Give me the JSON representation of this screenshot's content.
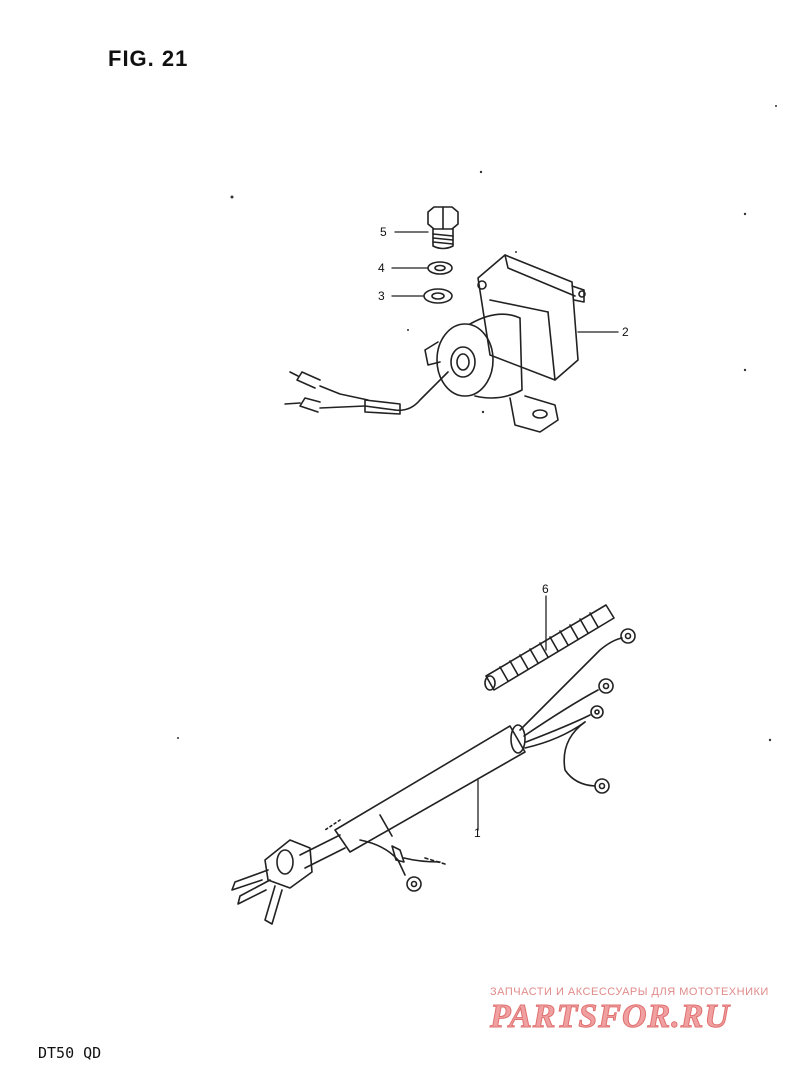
{
  "figure": {
    "title": "FIG. 21"
  },
  "model": {
    "label": "DT50 QD"
  },
  "callouts": [
    {
      "id": "1",
      "label": "1"
    },
    {
      "id": "2",
      "label": "2"
    },
    {
      "id": "3",
      "label": "3"
    },
    {
      "id": "4",
      "label": "4"
    },
    {
      "id": "5",
      "label": "5"
    },
    {
      "id": "6",
      "label": "6"
    }
  ],
  "watermark": {
    "tagline": "ЗАПЧАСТИ И АКСЕССУАРЫ ДЛЯ МОТОТЕХНИКИ",
    "logo_text": "PARTSFOR.RU",
    "color": "#e07070"
  }
}
